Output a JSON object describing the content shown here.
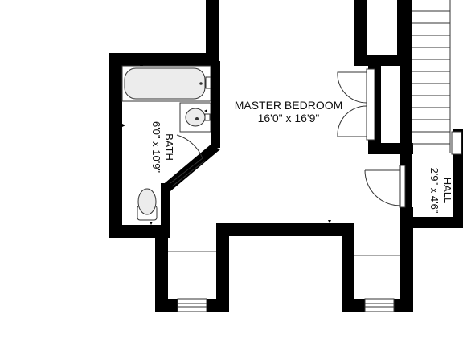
{
  "rooms": {
    "master": {
      "name": "MASTER BEDROOM",
      "dims": "16'0\" x 16'9\""
    },
    "bath": {
      "name": "BATH",
      "dims": "6'0\" x 10'9\""
    },
    "hall": {
      "name": "HALL",
      "dims": "2'9\" x 4'6\""
    }
  },
  "colors": {
    "wall": "#000000",
    "fixture": "#ececec",
    "line": "#333333",
    "background": "#ffffff"
  }
}
